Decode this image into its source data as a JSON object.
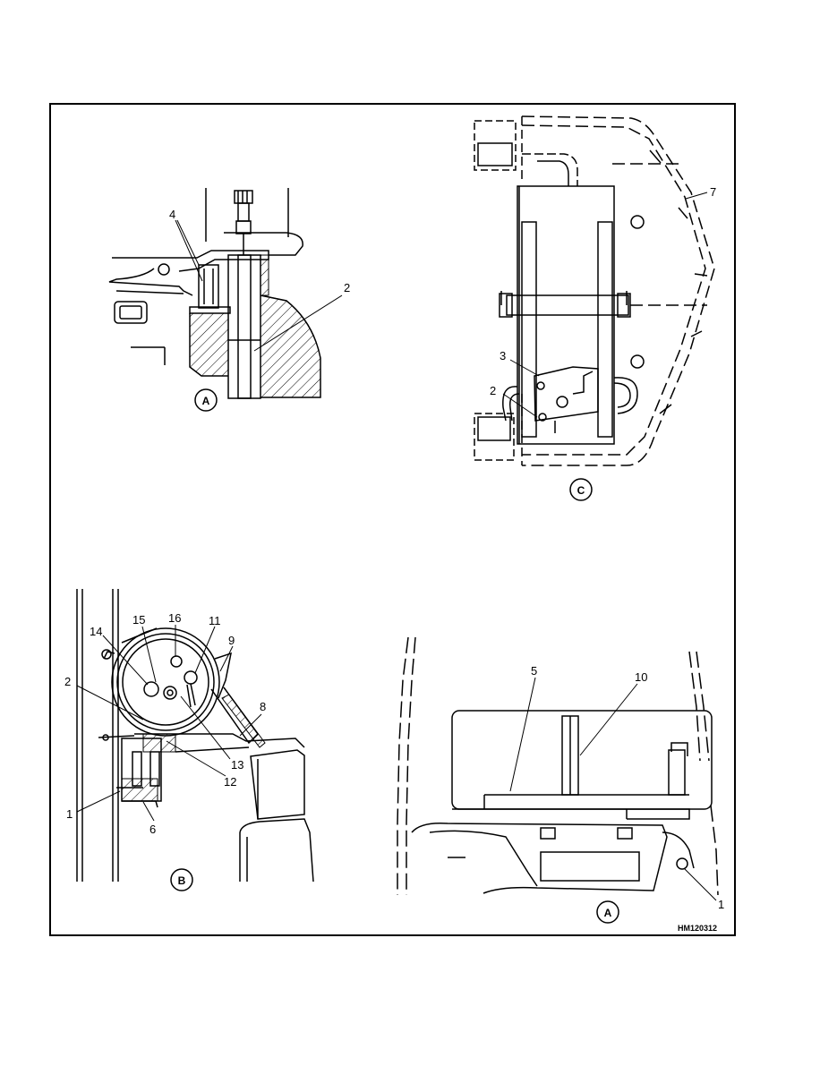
{
  "drawing_code": "HM120312",
  "views": {
    "A_top": "A",
    "C": "C",
    "B": "B",
    "A_bottom": "A"
  },
  "callouts": {
    "a_top": [
      "4",
      "2"
    ],
    "c": [
      "7",
      "3",
      "2"
    ],
    "b": [
      "15",
      "16",
      "11",
      "14",
      "9",
      "2",
      "8",
      "13",
      "12",
      "1",
      "6"
    ],
    "a_bottom": [
      "5",
      "10",
      "1"
    ]
  }
}
